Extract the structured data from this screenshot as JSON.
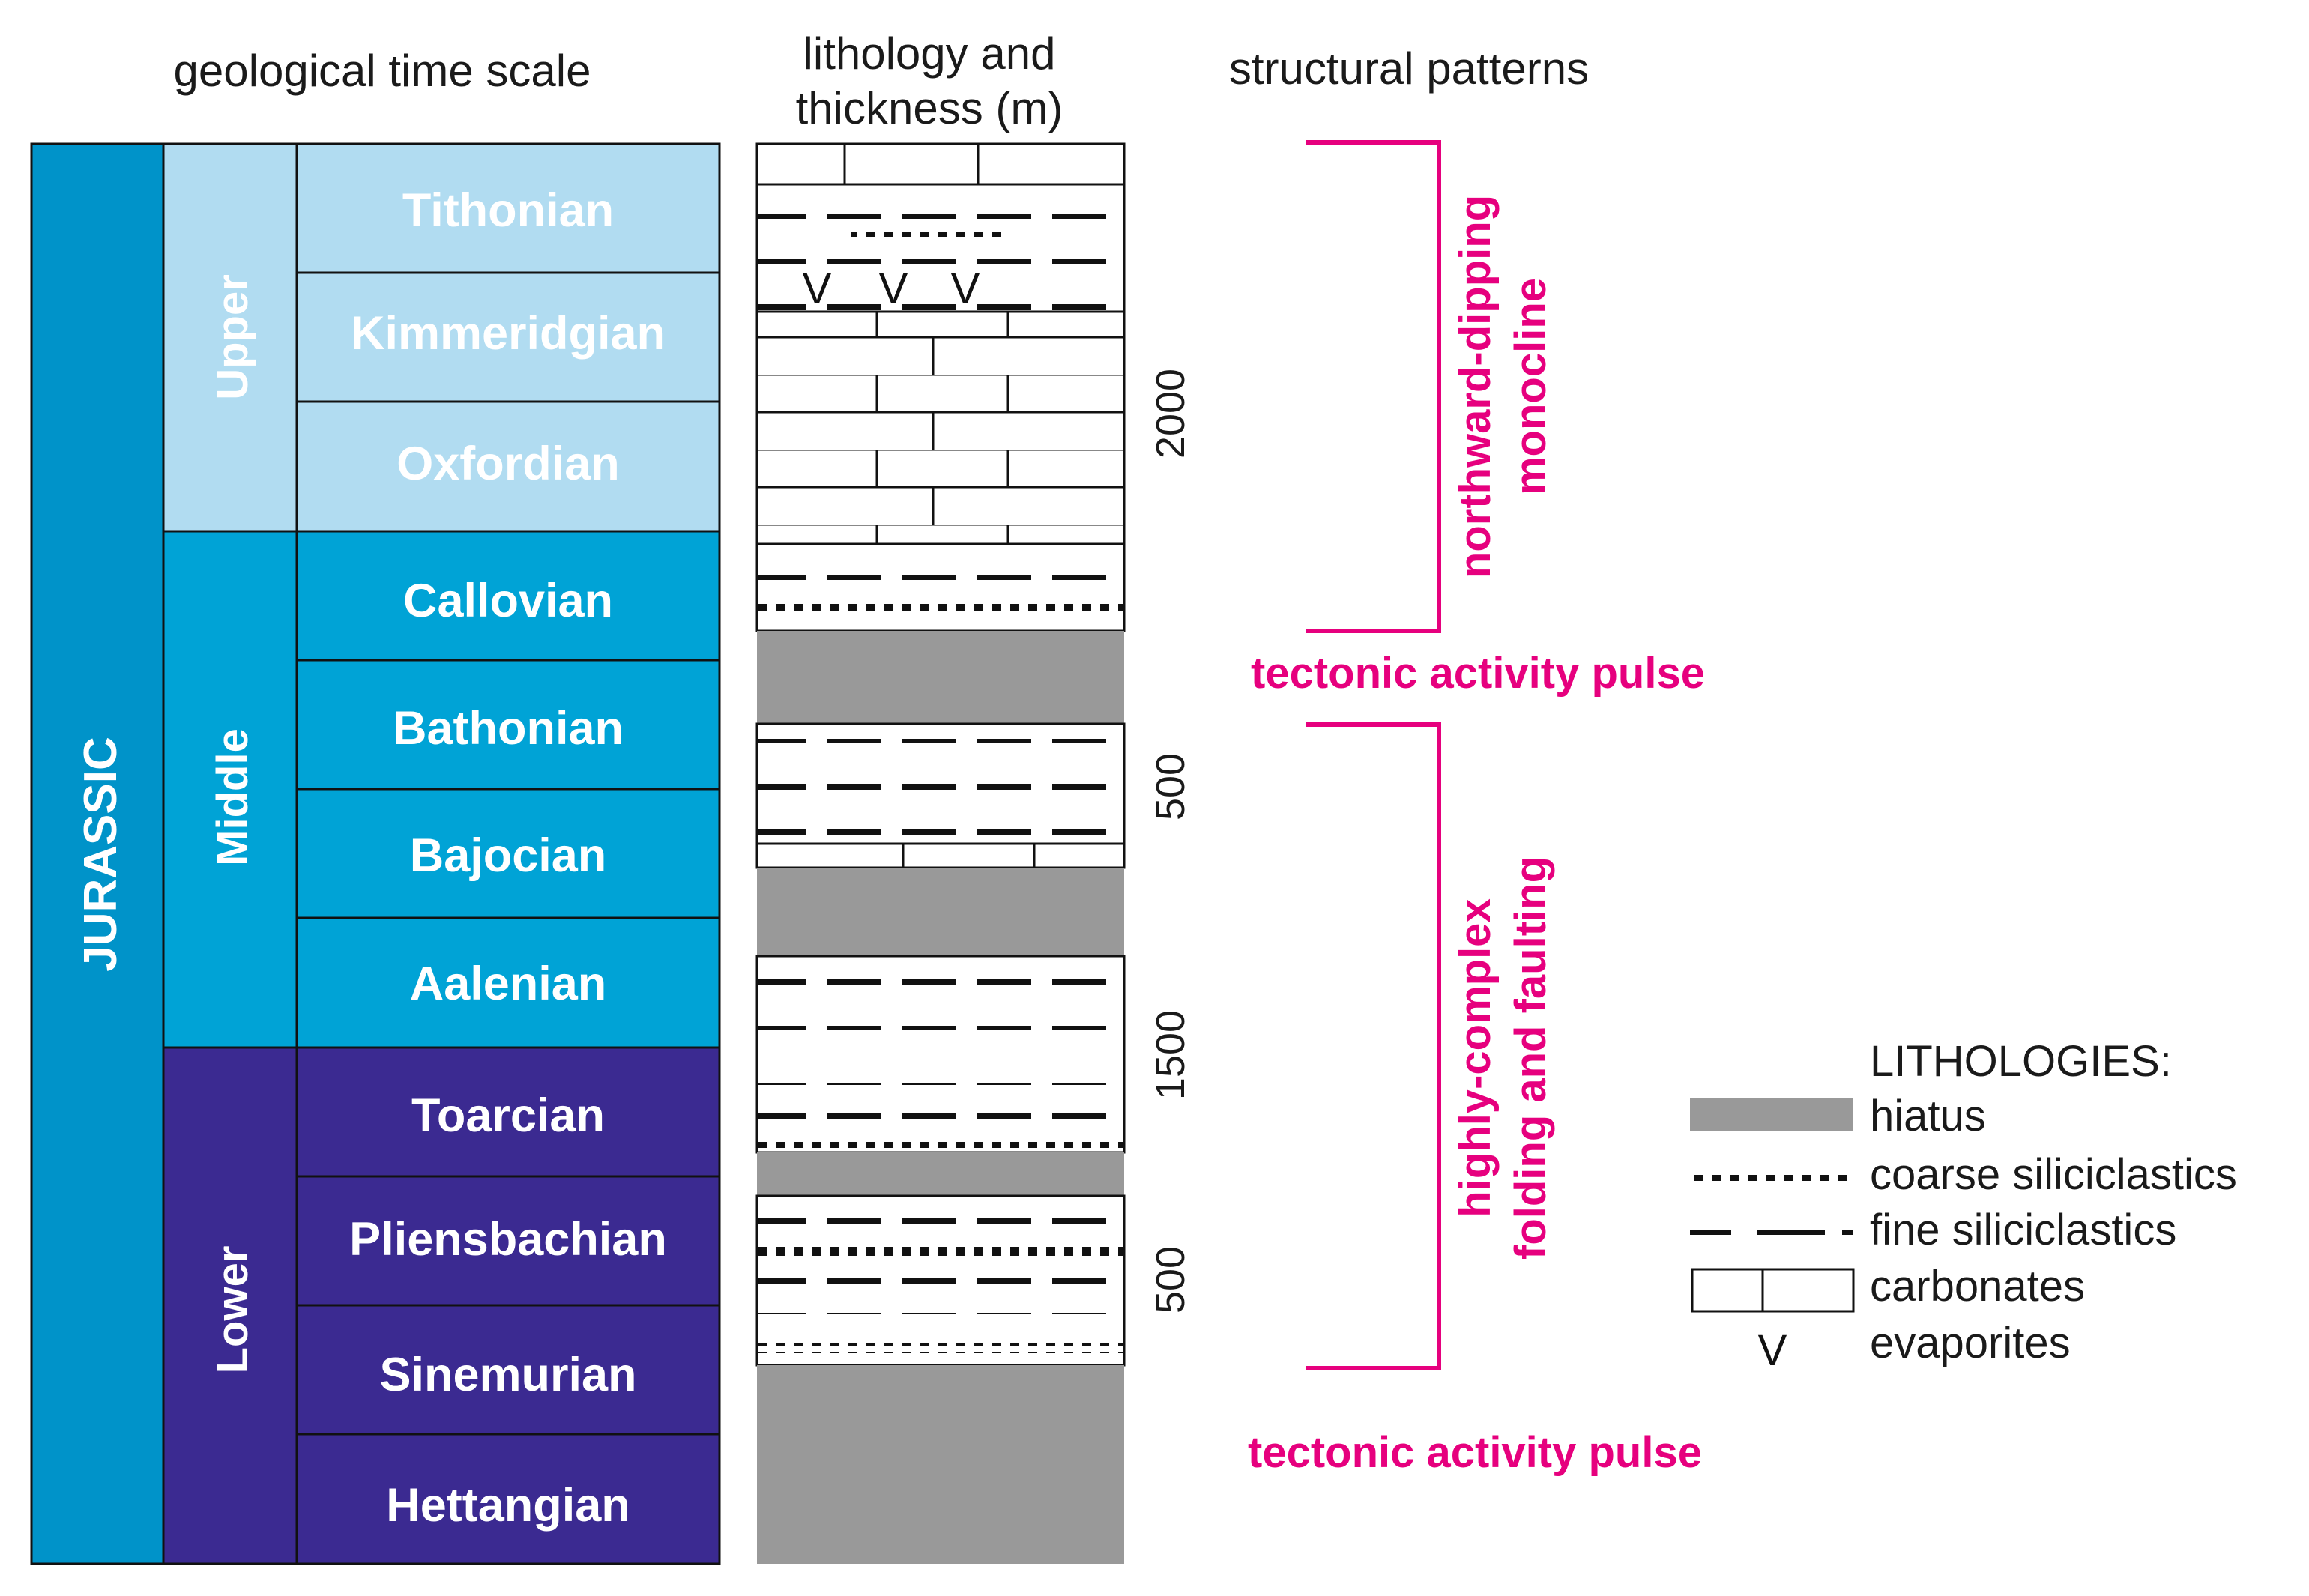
{
  "headers": {
    "time_scale": "geological time scale",
    "lithology_line1": "lithology and",
    "lithology_line2": "thickness (m)",
    "structural": "structural patterns"
  },
  "period": {
    "label": "JURASSIC",
    "color": "#0093c9"
  },
  "epochs": [
    {
      "label": "Upper",
      "color": "#b1dcf1"
    },
    {
      "label": "Middle",
      "color": "#00a3d6"
    },
    {
      "label": "Lower",
      "color": "#3b2a91"
    }
  ],
  "stages": [
    {
      "label": "Tithonian"
    },
    {
      "label": "Kimmeridgian"
    },
    {
      "label": "Oxfordian"
    },
    {
      "label": "Callovian"
    },
    {
      "label": "Bathonian"
    },
    {
      "label": "Bajocian"
    },
    {
      "label": "Aalenian"
    },
    {
      "label": "Toarcian"
    },
    {
      "label": "Pliensbachian"
    },
    {
      "label": "Sinemurian"
    },
    {
      "label": "Hettangian"
    }
  ],
  "thickness_labels": [
    "2000",
    "500",
    "1500",
    "500"
  ],
  "structural": {
    "upper_bracket": [
      "northward-dipping",
      "monocline"
    ],
    "pulse_1": "tectonic activity pulse",
    "lower_bracket": [
      "highly-complex",
      "folding and faulting"
    ],
    "pulse_2": "tectonic activity pulse",
    "color": "#e6007e"
  },
  "legend": {
    "title": "LITHOLOGIES:",
    "items": [
      {
        "label": "hiatus"
      },
      {
        "label": "coarse siliciclastics"
      },
      {
        "label": "fine siliciclastics"
      },
      {
        "label": "carbonates"
      },
      {
        "label": "evaporites"
      }
    ]
  },
  "colors": {
    "hiatus": "#999999",
    "line": "#111111"
  }
}
